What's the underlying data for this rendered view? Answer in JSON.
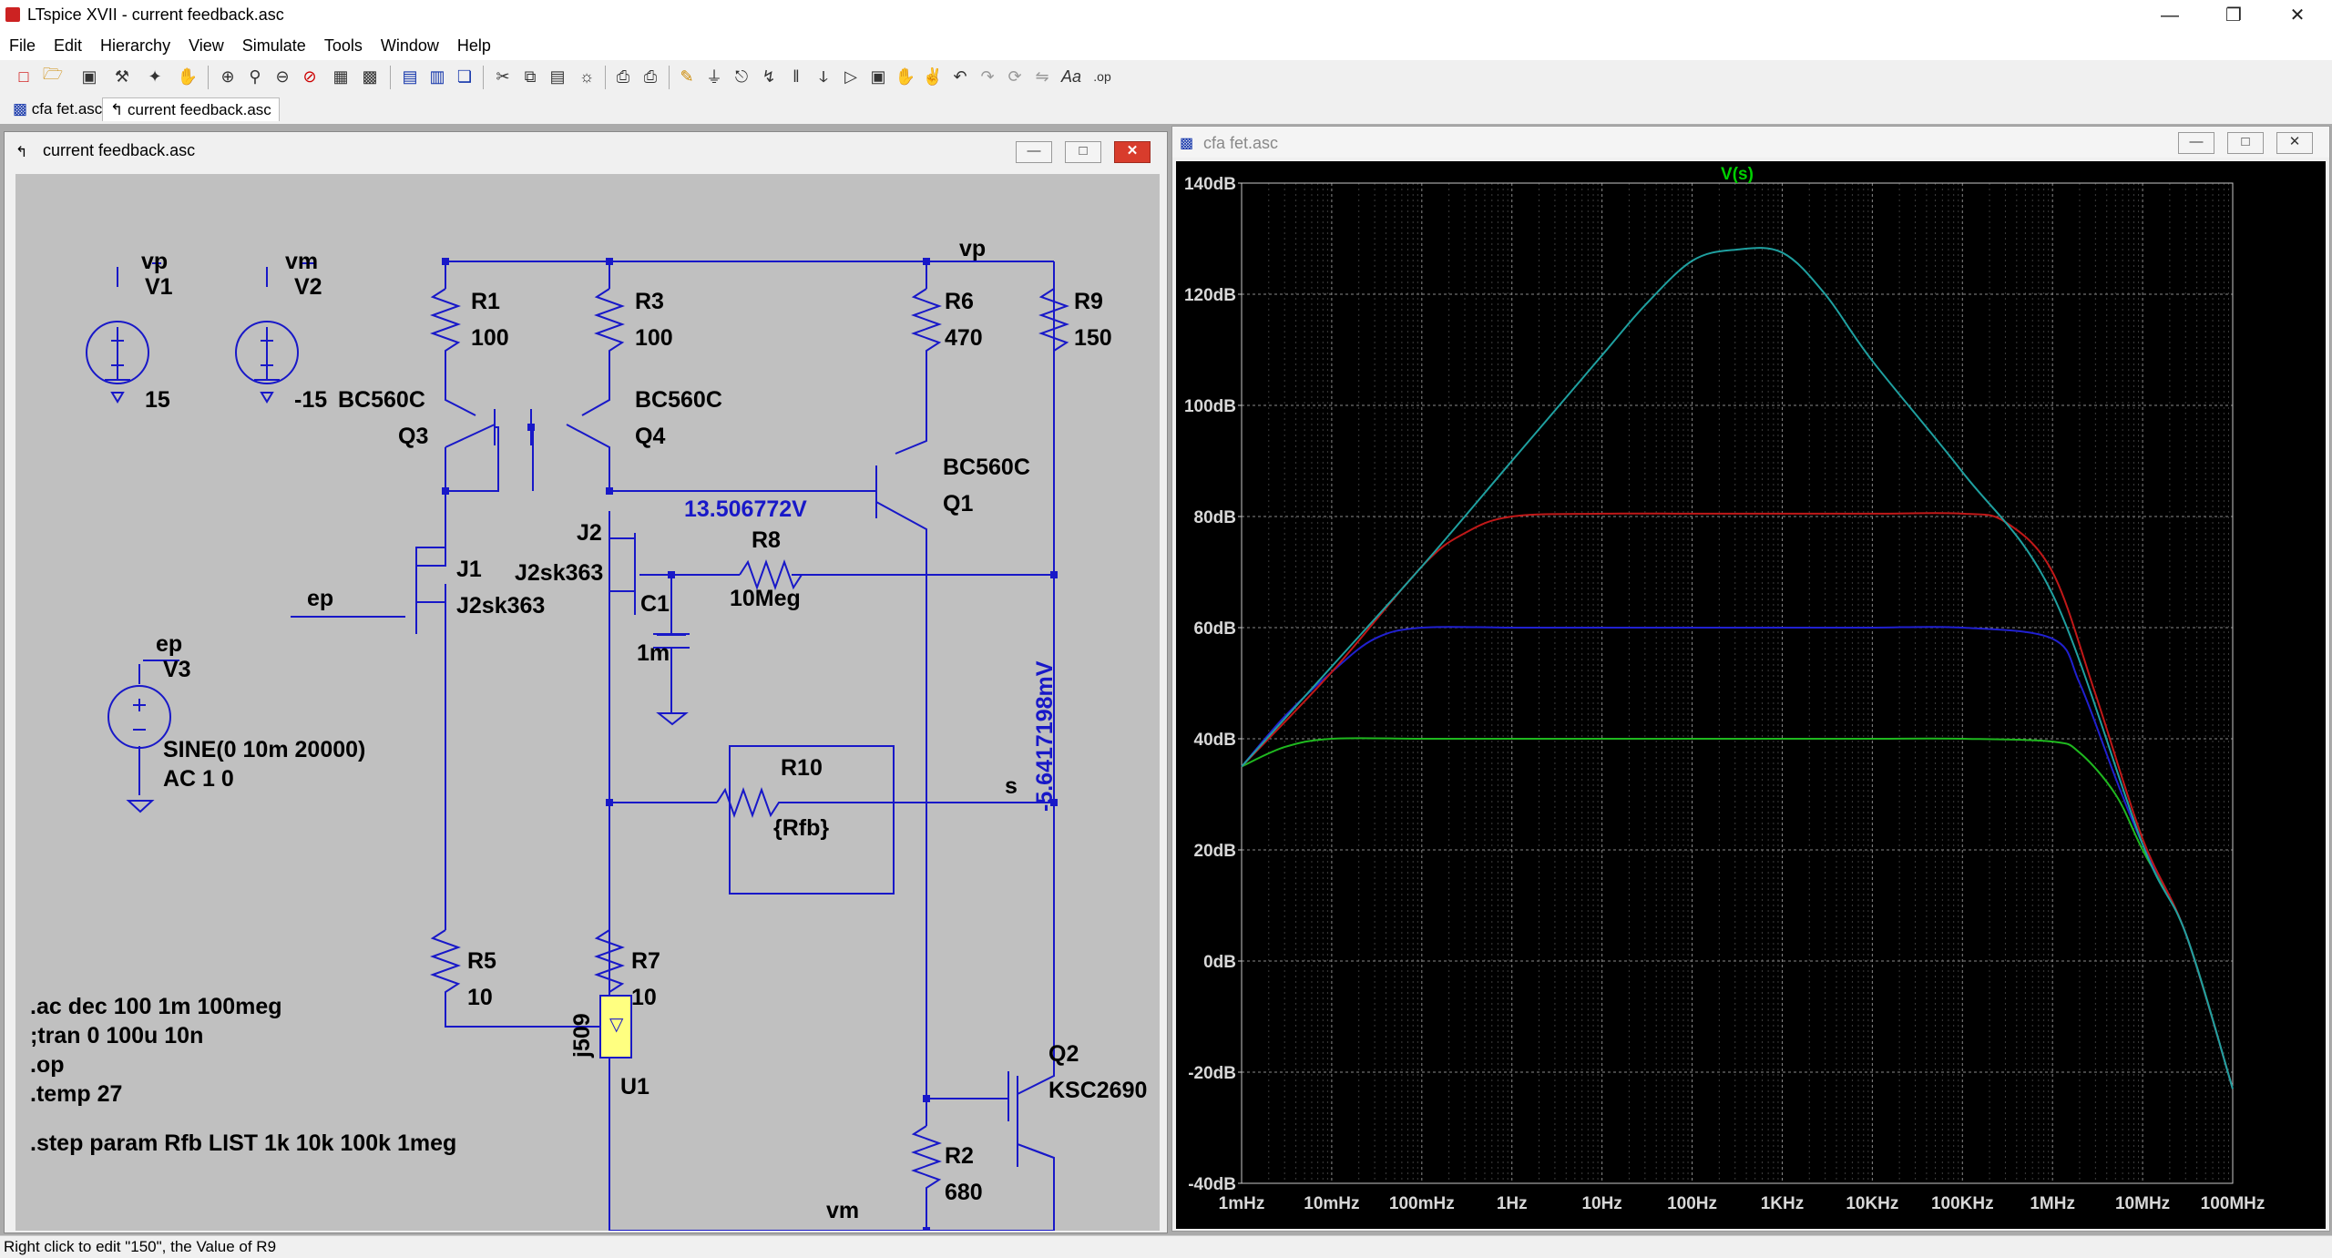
{
  "app": {
    "title": "LTspice XVII - current feedback.asc",
    "menu": [
      "File",
      "Edit",
      "Hierarchy",
      "View",
      "Simulate",
      "Tools",
      "Window",
      "Help"
    ],
    "tabs": [
      {
        "label": "cfa fet.asc",
        "active": false
      },
      {
        "label": "current feedback.asc",
        "active": true
      }
    ],
    "status": "Right click to edit \"150\", the Value of R9"
  },
  "schematic": {
    "window_title": "current feedback.asc",
    "labels": {
      "vp_src": "vp",
      "v1": "V1",
      "v1_val": "15",
      "vm_src": "vm",
      "v2": "V2",
      "v2_val": "-15",
      "r1": "R1",
      "r1_val": "100",
      "r3": "R3",
      "r3_val": "100",
      "r6": "R6",
      "r6_val": "470",
      "r9": "R9",
      "r9_val": "150",
      "vp_top": "vp",
      "q3_model": "BC560C",
      "q3": "Q3",
      "q4_model": "BC560C",
      "q4": "Q4",
      "q1_model": "BC560C",
      "q1": "Q1",
      "node_voltage": "13.506772V",
      "j2": "J2",
      "j2_model": "J2sk363",
      "r8": "R8",
      "r8_val": "10Meg",
      "j1": "J1",
      "j1_model": "J2sk363",
      "ep": "ep",
      "c1": "C1",
      "c1_val": "1m",
      "ep_src": "ep",
      "v3": "V3",
      "v3_sine": "SINE(0 10m 20000)",
      "v3_ac": "AC 1 0",
      "r10": "R10",
      "r10_val": "{Rfb}",
      "s": "s",
      "s_voltage": "-5.6417198mV",
      "r5": "R5",
      "r5_val": "10",
      "r7": "R7",
      "r7_val": "10",
      "u1_model": "j509",
      "u1": "U1",
      "q2": "Q2",
      "q2_model": "KSC2690",
      "r2": "R2",
      "r2_val": "680",
      "vm_bottom": "vm"
    },
    "directives": [
      ".ac dec 100 1m 100meg",
      ";tran 0 100u 10n",
      ".op",
      ".temp 27",
      ".step param Rfb LIST  1k 10k 100k 1meg"
    ]
  },
  "plot": {
    "window_title": "cfa fet.asc",
    "trace_label": "V(s)",
    "colors": {
      "bg": "#000000",
      "grid": "#505050",
      "trace_title": "#00d000",
      "s1": "#1fb81f",
      "s2": "#2020d0",
      "s3": "#c01818",
      "s4": "#1fa0a0"
    }
  },
  "chart_data": {
    "type": "line",
    "title": "V(s)",
    "xscale": "log",
    "xlim": [
      0.001,
      100000000
    ],
    "ylim": [
      -40,
      140
    ],
    "x_ticks": [
      "1mHz",
      "10mHz",
      "100mHz",
      "1Hz",
      "10Hz",
      "100Hz",
      "1KHz",
      "10KHz",
      "100KHz",
      "1MHz",
      "10MHz",
      "100MHz"
    ],
    "y_ticks": [
      "140dB",
      "120dB",
      "100dB",
      "80dB",
      "60dB",
      "40dB",
      "20dB",
      "0dB",
      "-20dB",
      "-40dB"
    ],
    "grid": true,
    "series": [
      {
        "color": "#1fb81f",
        "x": [
          0.001,
          0.003,
          0.01,
          0.1,
          1,
          10,
          100,
          1000,
          10000,
          100000,
          1000000,
          2000000,
          5000000,
          10000000,
          30000000,
          100000000
        ],
        "values": [
          35,
          38.5,
          40,
          40,
          40,
          40,
          40,
          40,
          40,
          40,
          39.5,
          37.5,
          30,
          20,
          5,
          -23
        ]
      },
      {
        "color": "#2020d0",
        "x": [
          0.001,
          0.003,
          0.01,
          0.03,
          0.1,
          1,
          10,
          100,
          1000,
          10000,
          100000,
          1000000,
          2000000,
          5000000,
          10000000,
          30000000,
          100000000
        ],
        "values": [
          35,
          44,
          52,
          58,
          60,
          60,
          60,
          60,
          60,
          60,
          60,
          58,
          50,
          33,
          21,
          5,
          -23
        ]
      },
      {
        "color": "#c01818",
        "x": [
          0.001,
          0.01,
          0.1,
          0.3,
          1,
          10,
          100,
          1000,
          10000,
          100000,
          300000,
          1000000,
          3000000,
          10000000,
          30000000,
          100000000
        ],
        "values": [
          35,
          52,
          71,
          77,
          80,
          80.5,
          80.5,
          80.5,
          80.5,
          80.5,
          79,
          70,
          48,
          22,
          5,
          -23
        ]
      },
      {
        "color": "#1fa0a0",
        "x": [
          0.001,
          0.01,
          0.1,
          1,
          10,
          30,
          100,
          300,
          1000,
          3000,
          10000,
          100000,
          1000000,
          10000000,
          30000000,
          100000000
        ],
        "values": [
          35,
          53,
          71,
          90,
          109,
          118,
          126,
          128,
          127.5,
          120,
          108,
          88,
          66,
          21,
          5,
          -23
        ]
      }
    ]
  }
}
